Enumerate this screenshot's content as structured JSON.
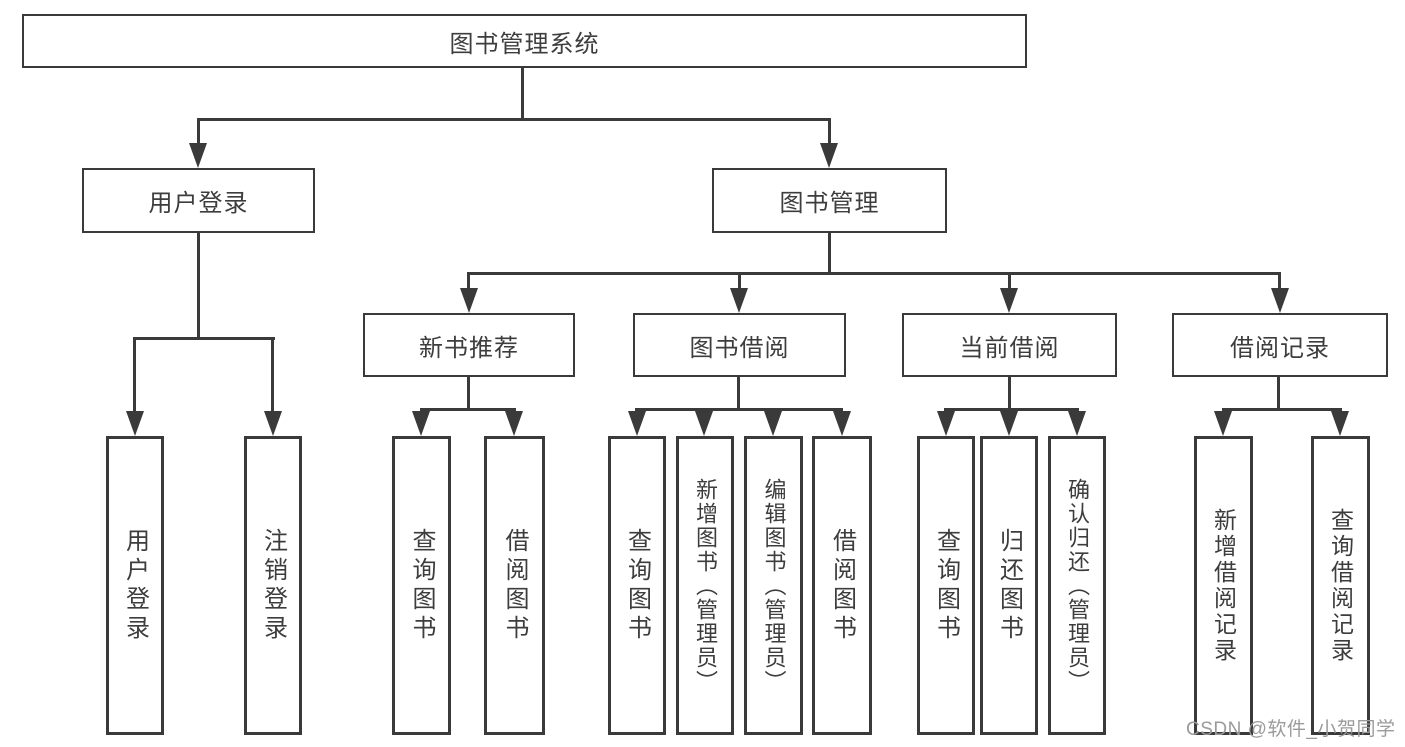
{
  "diagram_title": "图书管理系统",
  "nodes": {
    "root": "图书管理系统",
    "l2": [
      "用户登录",
      "图书管理"
    ],
    "l3": [
      "新书推荐",
      "图书借阅",
      "当前借阅",
      "借阅记录"
    ],
    "leaves": [
      "用户登录",
      "注销登录",
      "查询图书",
      "借阅图书",
      "查询图书",
      "新增图书（管理员）",
      "编辑图书（管理员）",
      "借阅图书",
      "查询图书",
      "归还图书",
      "确认归还（管理员）",
      "新增借阅记录",
      "查询借阅记录"
    ]
  },
  "structure": {
    "图书管理系统": {
      "用户登录": [
        "用户登录",
        "注销登录"
      ],
      "图书管理": {
        "新书推荐": [
          "查询图书",
          "借阅图书"
        ],
        "图书借阅": [
          "查询图书",
          "新增图书（管理员）",
          "编辑图书（管理员）",
          "借阅图书"
        ],
        "当前借阅": [
          "查询图书",
          "归还图书",
          "确认归还（管理员）"
        ],
        "借阅记录": [
          "新增借阅记录",
          "查询借阅记录"
        ]
      }
    }
  },
  "watermark": {
    "text": "CSDN @软件_小贺同学",
    "color": "#9b9b9b"
  },
  "colors": {
    "line": "#3a3a3a",
    "text": "#3d3d3d",
    "background": "#ffffff"
  }
}
